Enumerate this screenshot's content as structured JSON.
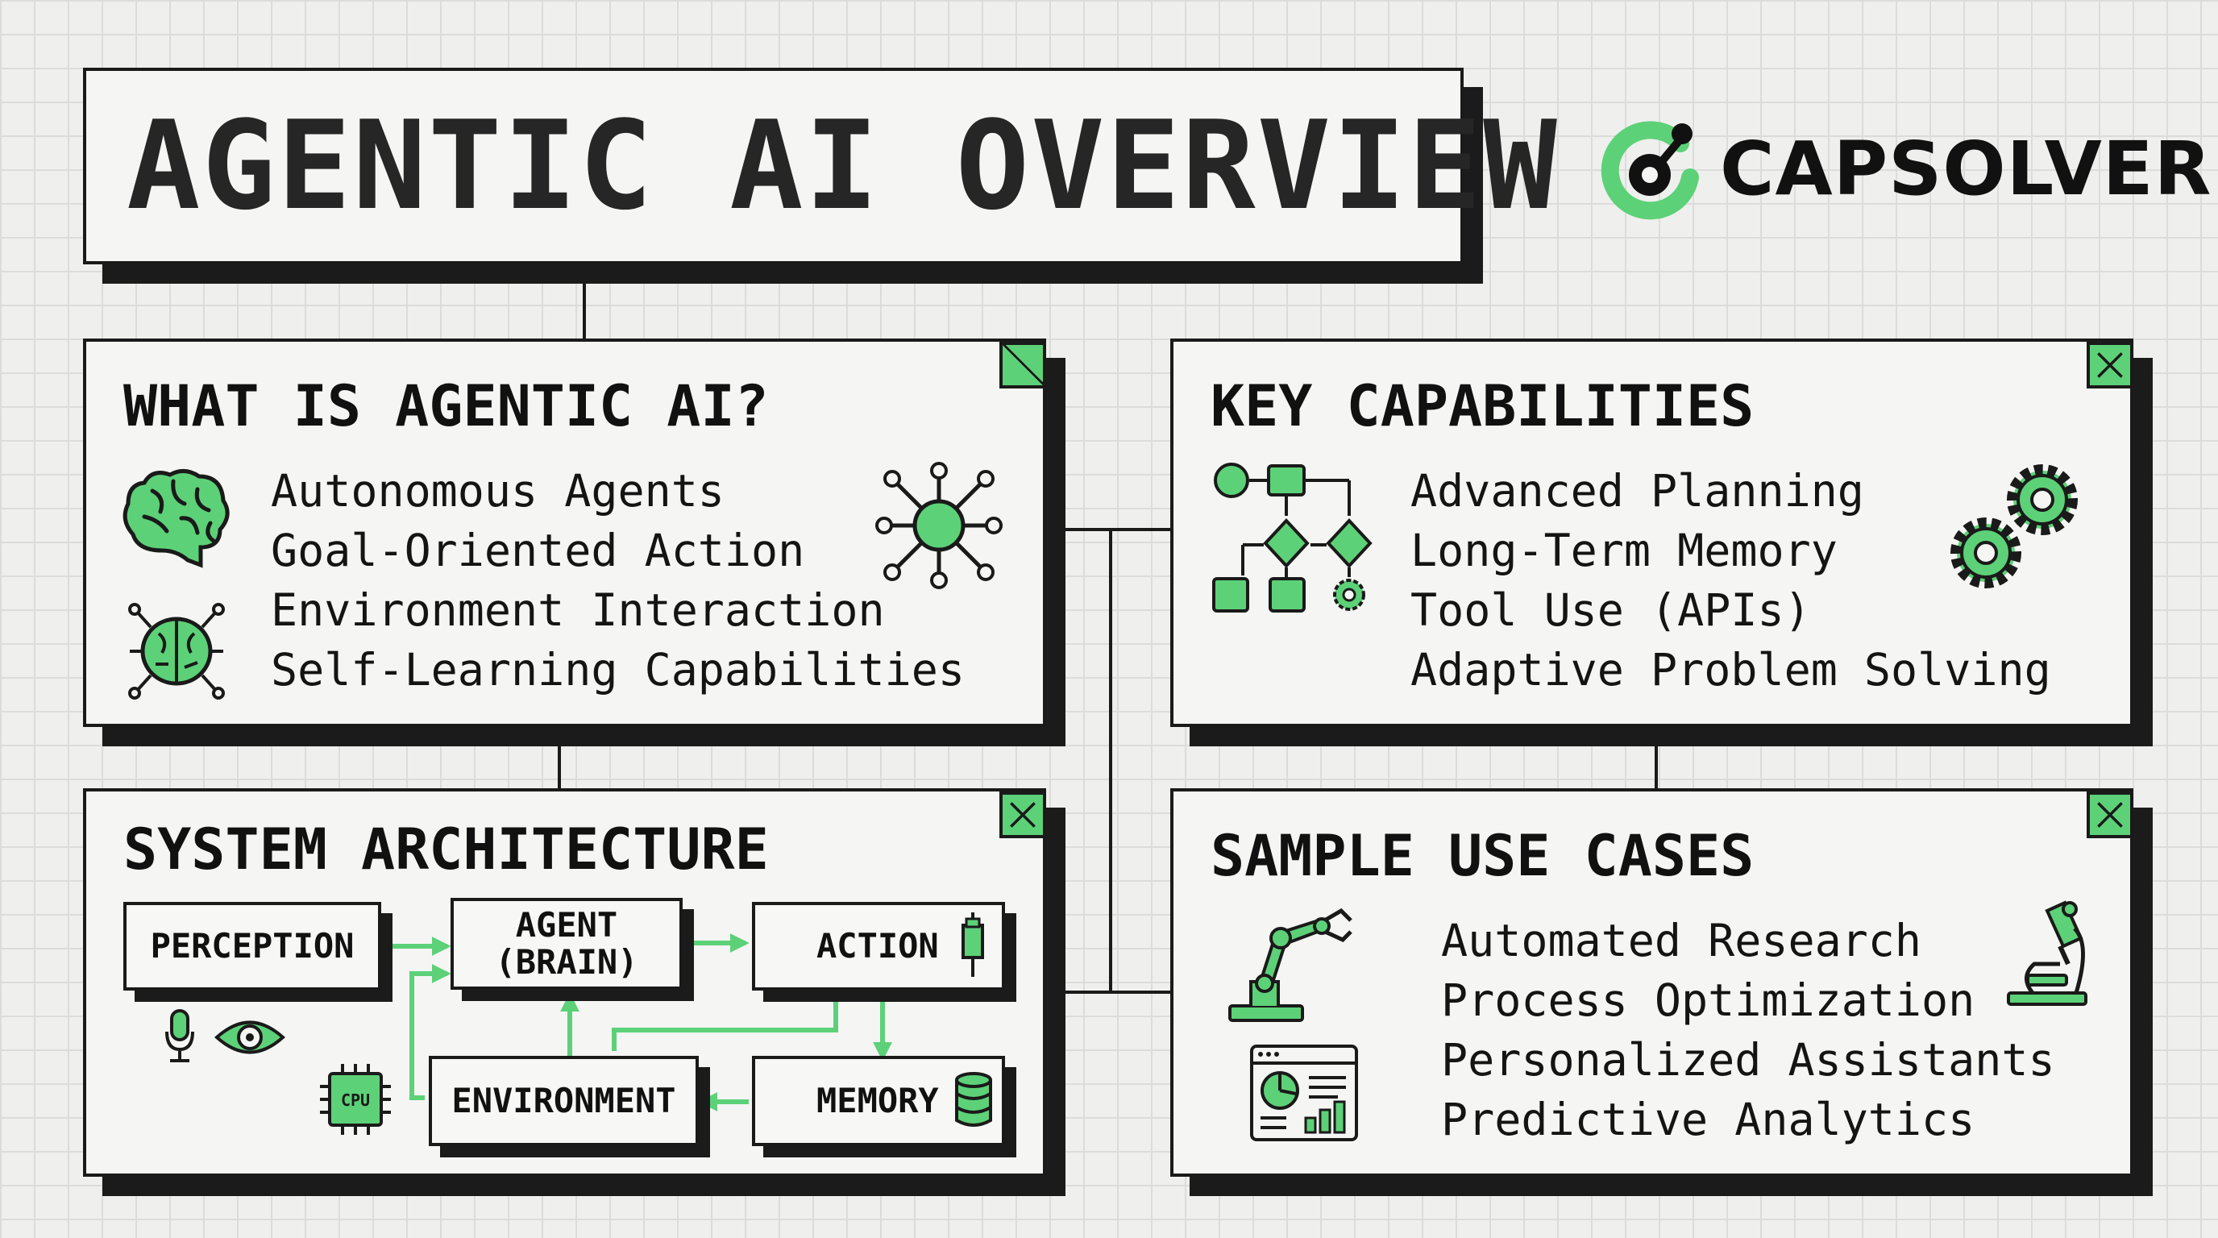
{
  "title": "AGENTIC AI OVERVIEW",
  "brand": {
    "name": "CAPSOLVER",
    "accent": "#5dd178"
  },
  "colors": {
    "ink": "#1a1a1a",
    "accent": "#5dd178",
    "panel": "#f5f5f4"
  },
  "panels": {
    "what_is": {
      "title": "WHAT IS AGENTIC AI?",
      "items": [
        "Autonomous Agents",
        "Goal-Oriented Action",
        "Environment Interaction",
        "Self-Learning Capabilities"
      ],
      "icons": [
        "brain-icon",
        "circuit-brain-icon",
        "network-hub-icon"
      ]
    },
    "capabilities": {
      "title": "KEY CAPABILITIES",
      "items": [
        "Advanced Planning",
        "Long-Term Memory",
        "Tool Use (APIs)",
        "Adaptive Problem Solving"
      ],
      "icons": [
        "flowchart-icon",
        "gears-icon"
      ]
    },
    "architecture": {
      "title": "SYSTEM ARCHITECTURE",
      "nodes": {
        "perception": "PERCEPTION",
        "agent": "AGENT\n(BRAIN)",
        "action": "ACTION",
        "environment": "ENVIRONMENT",
        "memory": "MEMORY"
      },
      "cpu_label": "CPU",
      "icons": [
        "microphone-icon",
        "eye-icon",
        "cpu-icon",
        "actuator-icon",
        "database-icon"
      ]
    },
    "use_cases": {
      "title": "SAMPLE USE CASES",
      "items": [
        "Automated Research",
        "Process Optimization",
        "Personalized Assistants",
        "Predictive Analytics"
      ],
      "icons": [
        "robot-arm-icon",
        "dashboard-icon",
        "microscope-icon"
      ]
    }
  }
}
